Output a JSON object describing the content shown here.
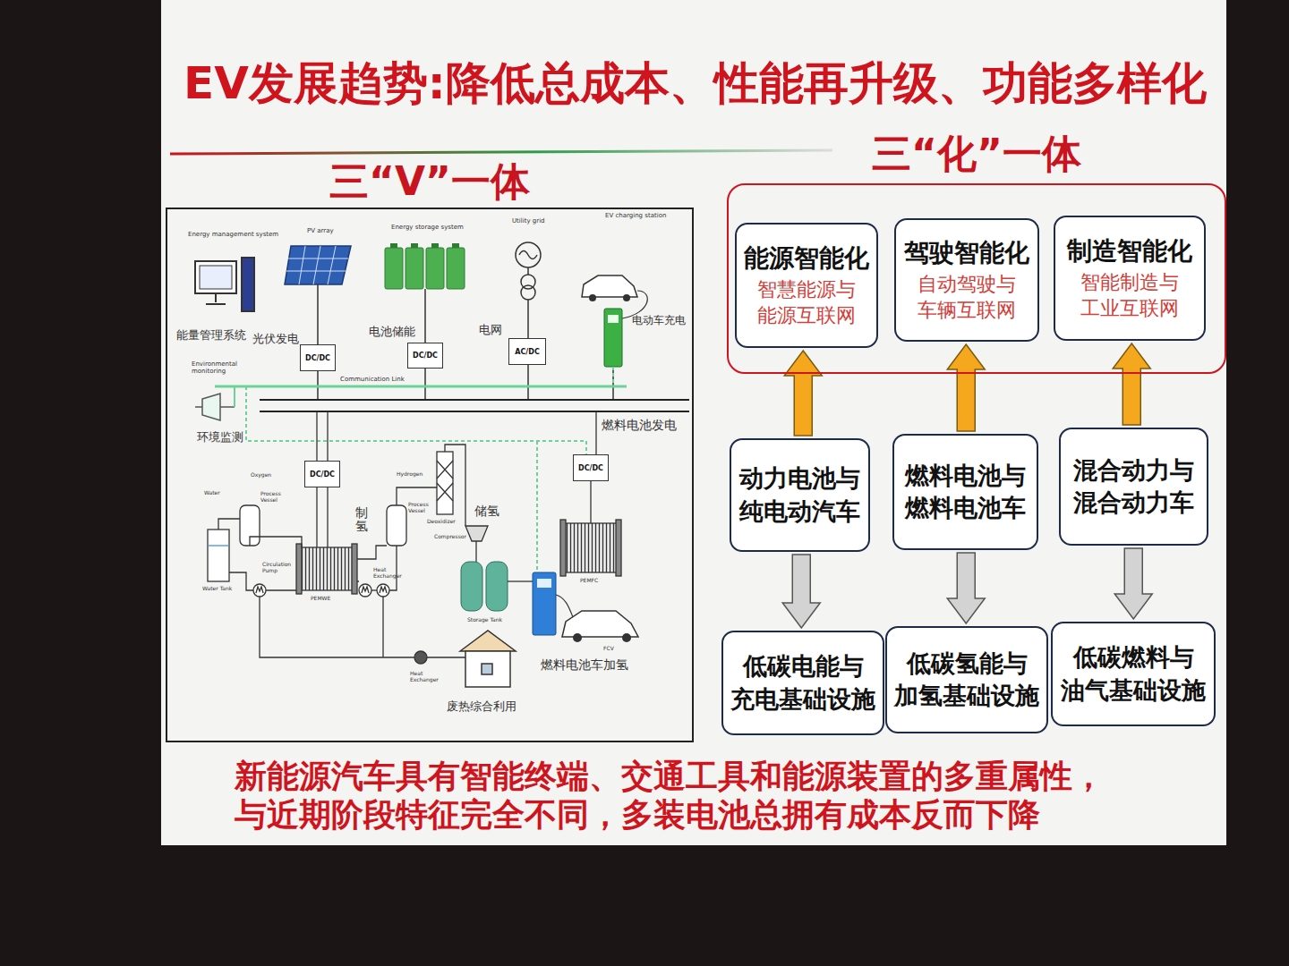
{
  "diagram": {
    "title": "EV发展趋势:降低总成本、性能再升级、功能多样化",
    "caption": "新能源汽车具有智能终端、交通工具和能源装置的多重属性， 与近期阶段特征完全不同，多装电池总拥有成本反而下降",
    "nodes": [
      {
        "text": [
          "三“V”一体"
        ]
      },
      {
        "text": [
          "DC/DC"
        ],
        "in": 0
      },
      {
        "text": [
          "DC/DC"
        ],
        "in": 0
      },
      {
        "text": [
          "AC/DC"
        ],
        "in": 0
      },
      {
        "text": [
          "DC/DC"
        ],
        "in": 0
      },
      {
        "text": [
          "DC/DC"
        ],
        "in": 0
      },
      {
        "text": [
          "三“化”一体"
        ]
      },
      {
        "text": [
          "能源智能化",
          "智慧能源与 能源互联网"
        ],
        "in": 6
      },
      {
        "text": [
          "驾驶智能化",
          "自动驾驶与 车辆互联网"
        ],
        "in": 6
      },
      {
        "text": [
          "制造智能化",
          "智能制造与 工业互联网"
        ],
        "in": 6
      },
      {
        "text": [
          "动力电池与 纯电动汽车"
        ]
      },
      {
        "text": [
          "燃料电池与 燃料电池车"
        ]
      },
      {
        "text": [
          "混合动力与 混合动力车"
        ]
      },
      {
        "text": [
          "低碳电能与 充电基础设施"
        ]
      },
      {
        "text": [
          "低碳氢能与 加氢基础设施"
        ]
      },
      {
        "text": [
          "低碳燃料与 油气基础设施"
        ]
      }
    ],
    "edges": [
      {
        "from": 10,
        "to": 7,
        "arrow": "to"
      },
      {
        "from": 11,
        "to": 8,
        "arrow": "to"
      },
      {
        "from": 12,
        "to": 9,
        "arrow": "to"
      },
      {
        "from": 10,
        "to": 13,
        "arrow": "to"
      },
      {
        "from": 11,
        "to": 14,
        "arrow": "to"
      },
      {
        "from": 12,
        "to": 15,
        "arrow": "to"
      }
    ],
    "labels": [
      "Energy management system",
      "PV array",
      "Energy storage system",
      "Utility grid",
      "EV charging station",
      "能量管理系统",
      "光伏发电",
      "电池储能",
      "电网",
      "电动车充电",
      "Environmental monitoring",
      "环境监测",
      "Communication Link",
      "燃料电池发电",
      "Water",
      "Oxygen",
      "Process Vessel",
      "Hydrogen",
      "Process Vessel",
      "Deoxidizer",
      "储氢",
      "Compressor",
      "制氢",
      "Circulation Pump",
      "Heat Exchanger",
      "Water Tank",
      "PEMWE",
      "Storage Tank",
      "PEMFC",
      "FCV",
      "燃料电池车加氢",
      "Heat Exchanger",
      "废热综合利用"
    ]
  }
}
